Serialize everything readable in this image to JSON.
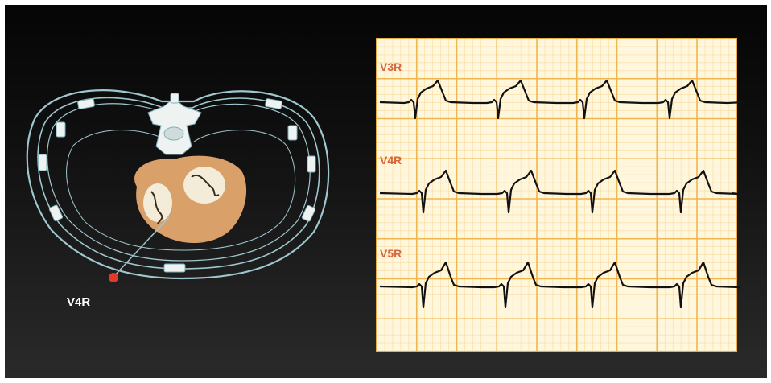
{
  "diagram": {
    "electrode_label": "V4R",
    "colors": {
      "background": "#0c0c0c",
      "body_outline": "#9fc7cf",
      "heart": "#d9a06a",
      "electrode": "#e03a2a",
      "ecg_paper": "#fff6de",
      "ecg_grid_major": "#f0b64e",
      "ecg_grid_minor": "#f8dca0",
      "ecg_trace": "#111111",
      "lead_label": "#d8663a"
    },
    "leads": [
      {
        "label": "V3R"
      },
      {
        "label": "V4R"
      },
      {
        "label": "V5R"
      }
    ]
  }
}
